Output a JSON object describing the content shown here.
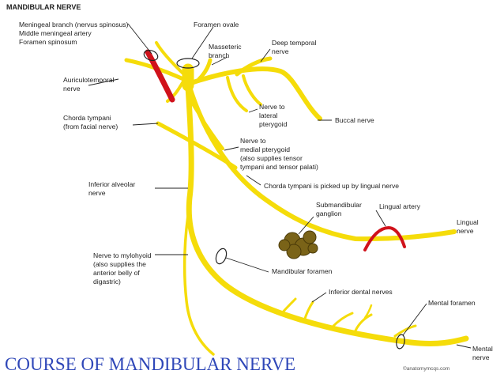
{
  "header": "MANDIBULAR NERVE",
  "footer_title": "COURSE OF MANDIBULAR NERVE",
  "copyright": "©anatomymcqs.com",
  "colors": {
    "nerve": "#f5dc0a",
    "artery": "#d0121b",
    "ganglion": "#7a6318",
    "title": "#2f47b8"
  },
  "labels": {
    "meningeal": [
      "Meningeal branch (nervus spinosus)",
      "Middle meningeal artery",
      "Foramen spinosum"
    ],
    "foramen_ovale": "Foramen ovale",
    "masseteric": [
      "Masseteric",
      "branch"
    ],
    "deep_temporal": [
      "Deep temporal",
      "nerve"
    ],
    "auriculotemporal": [
      "Auriculotemporal",
      "nerve"
    ],
    "chorda_tympani": [
      "Chorda tympani",
      "(from facial nerve)"
    ],
    "lateral_pterygoid": [
      "Nerve to",
      "lateral",
      "pterygoid"
    ],
    "buccal": "Buccal nerve",
    "medial_pterygoid": [
      "Nerve to",
      "medial pterygoid",
      "(also supplies tensor",
      "tympani and tensor palati)"
    ],
    "inferior_alveolar": [
      "Inferior alveolar",
      "nerve"
    ],
    "chorda_lingual": "Chorda tympani is picked up by lingual nerve",
    "submandibular": [
      "Submandibular",
      "ganglion"
    ],
    "lingual_artery": "Lingual artery",
    "lingual_nerve": [
      "Lingual",
      "nerve"
    ],
    "mylohyoid": [
      "Nerve to mylohyoid",
      "(also supplies the",
      "anterior belly of",
      "digastric)"
    ],
    "mandibular_foramen": "Mandibular foramen",
    "inferior_dental": "Inferior dental nerves",
    "mental_foramen": "Mental foramen",
    "mental_nerve": [
      "Mental",
      "nerve"
    ]
  }
}
